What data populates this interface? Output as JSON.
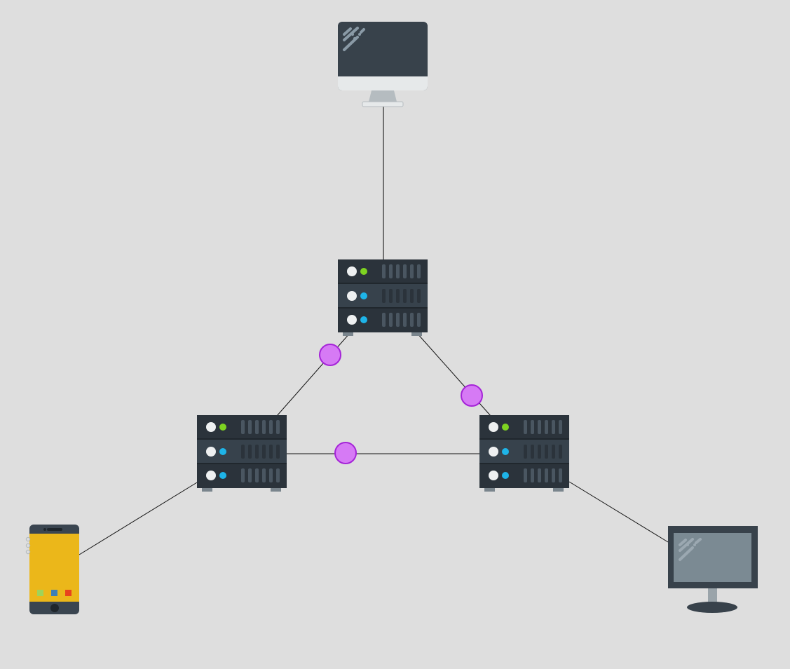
{
  "diagram": {
    "background": "#dedede",
    "link_color": "#111111",
    "uplink_color": "#555555",
    "link_node_fill": "#d67af5",
    "link_node_stroke": "#a524d8"
  },
  "nodes": [
    {
      "id": "desktop",
      "icon": "imac-desktop-icon"
    },
    {
      "id": "server-top",
      "icon": "rack-server-icon"
    },
    {
      "id": "server-left",
      "icon": "rack-server-icon"
    },
    {
      "id": "server-right",
      "icon": "rack-server-icon"
    },
    {
      "id": "phone",
      "icon": "smartphone-icon"
    },
    {
      "id": "monitor",
      "icon": "monitor-icon"
    }
  ],
  "links": [
    {
      "from": "desktop",
      "to": "server-top",
      "style": "uplink"
    },
    {
      "from": "server-top",
      "to": "server-left",
      "style": "mesh"
    },
    {
      "from": "server-top",
      "to": "server-right",
      "style": "mesh"
    },
    {
      "from": "server-left",
      "to": "server-right",
      "style": "mesh"
    },
    {
      "from": "server-left",
      "to": "phone",
      "style": "edge"
    },
    {
      "from": "server-right",
      "to": "monitor",
      "style": "edge"
    }
  ],
  "colors": {
    "server_body": "#2b333b",
    "server_mid": "#37424c",
    "led_green": "#7ed321",
    "led_blue": "#1eb4e8",
    "phone_body": "#3a4550",
    "phone_screen": "#ebb71a",
    "desktop_screen": "#38424b",
    "desktop_chin": "#e6e9ea",
    "monitor_frame": "#38424b",
    "monitor_screen": "#7b8a93"
  }
}
